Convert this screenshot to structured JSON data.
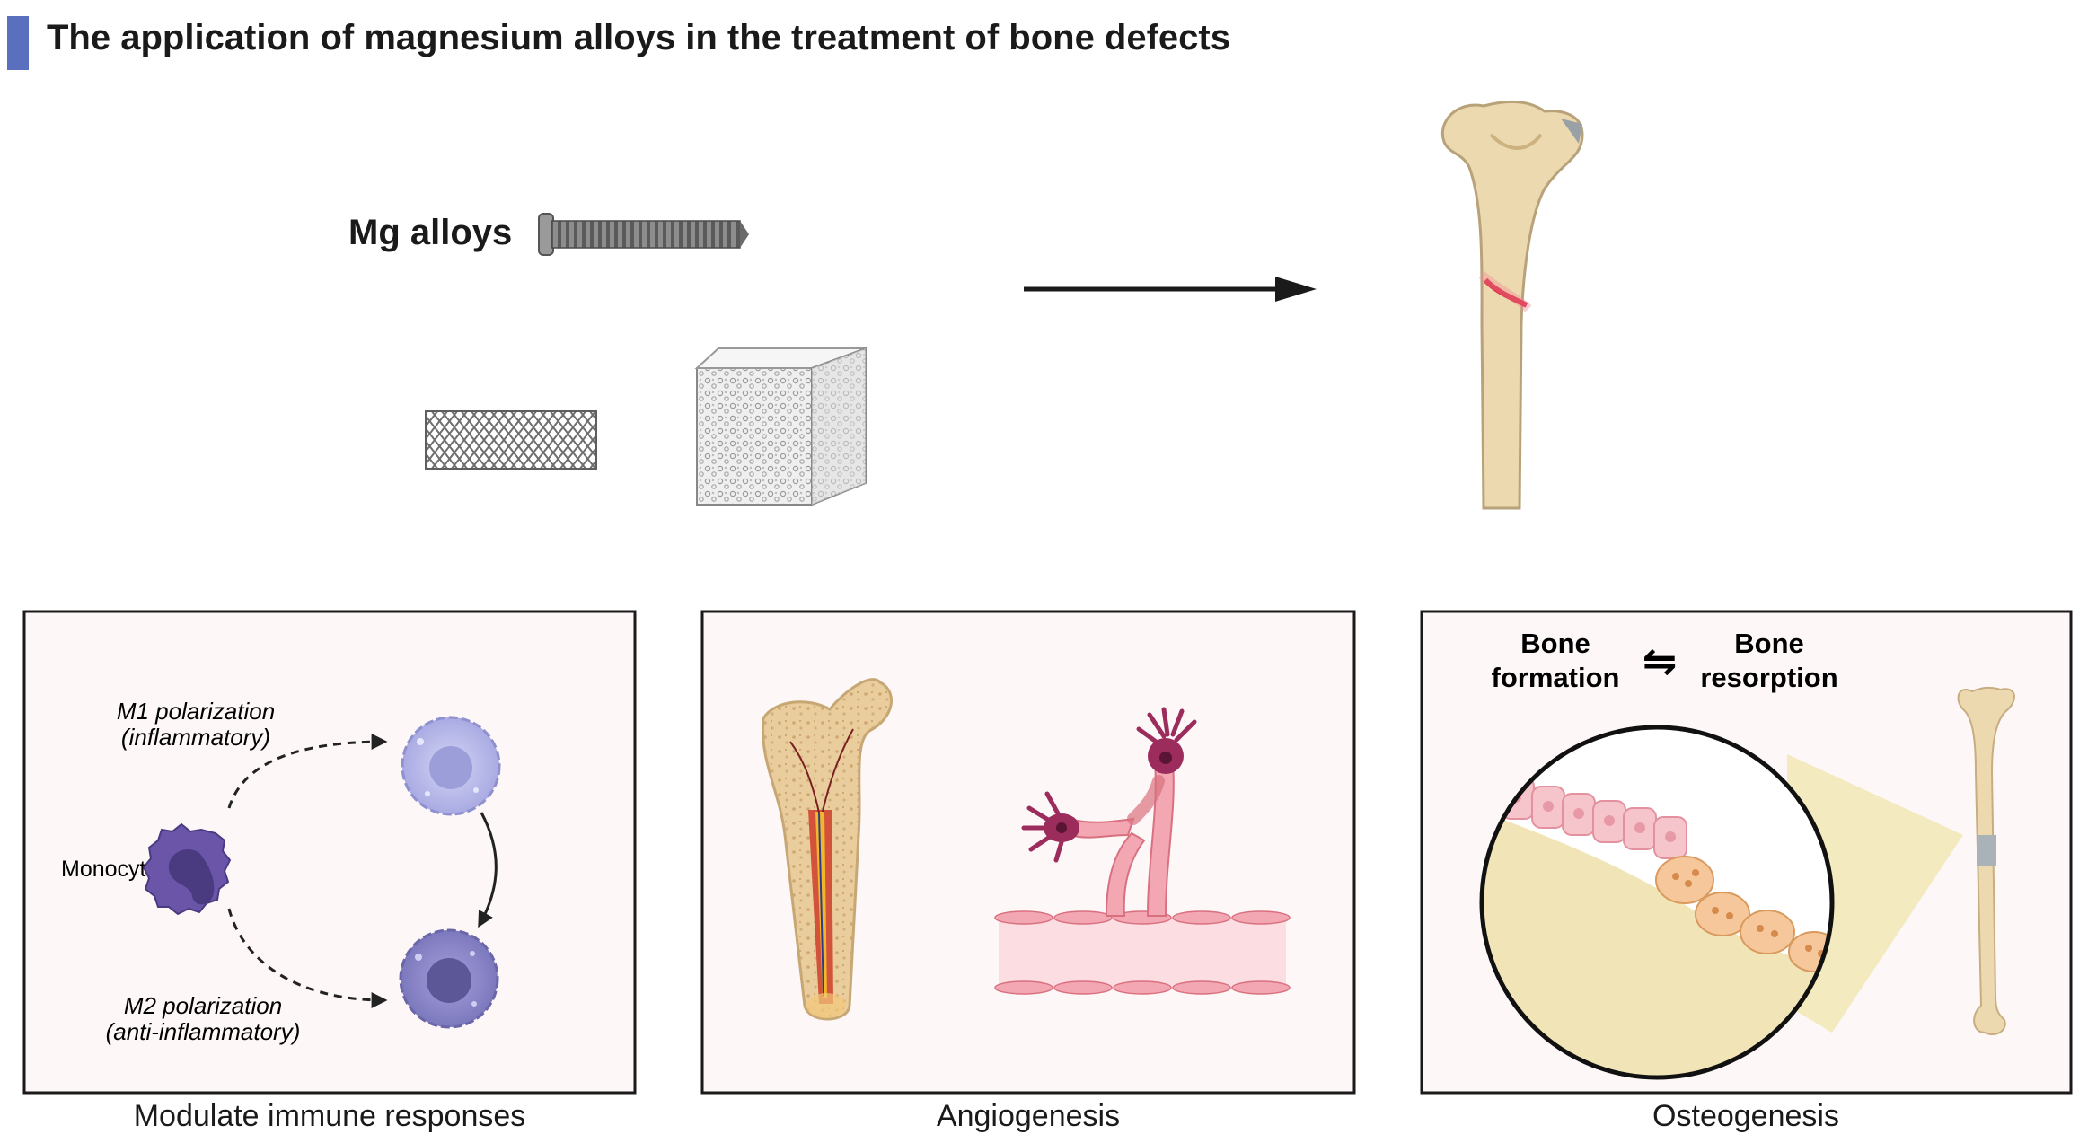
{
  "header": {
    "title": "The application of magnesium alloys in the treatment of bone defects",
    "accent_color": "#5b6fbf"
  },
  "top": {
    "mg_label": "Mg alloys",
    "icons": [
      "screw-icon",
      "stent-icon",
      "porous-scaffold-icon",
      "arrow-right-icon",
      "fractured-bone-icon"
    ]
  },
  "panels": {
    "immune": {
      "caption": "Modulate immune responses",
      "monocyte_label": "Monocyte",
      "m1_line1": "M1 polarization",
      "m1_line2": "(inflammatory)",
      "m2_line1": "M2 polarization",
      "m2_line2": "(anti-inflammatory)"
    },
    "angiogenesis": {
      "caption": "Angiogenesis"
    },
    "osteogenesis": {
      "caption": "Osteogenesis",
      "formation_line1": "Bone",
      "formation_line2": "formation",
      "resorption_line1": "Bone",
      "resorption_line2": "resorption",
      "equilibrium_symbol": "⇋"
    }
  },
  "colors": {
    "panel_bg": "#fdf7f7",
    "bone": "#ecd9b0",
    "fracture": "#d6213b",
    "m1_cell": "#b5b6e8",
    "m2_cell": "#8b87c9",
    "monocyte": "#6a55a8",
    "vessel": "#f3a7b3",
    "pericyte": "#9b2c5c",
    "osteoclast": "#f5c79a"
  }
}
